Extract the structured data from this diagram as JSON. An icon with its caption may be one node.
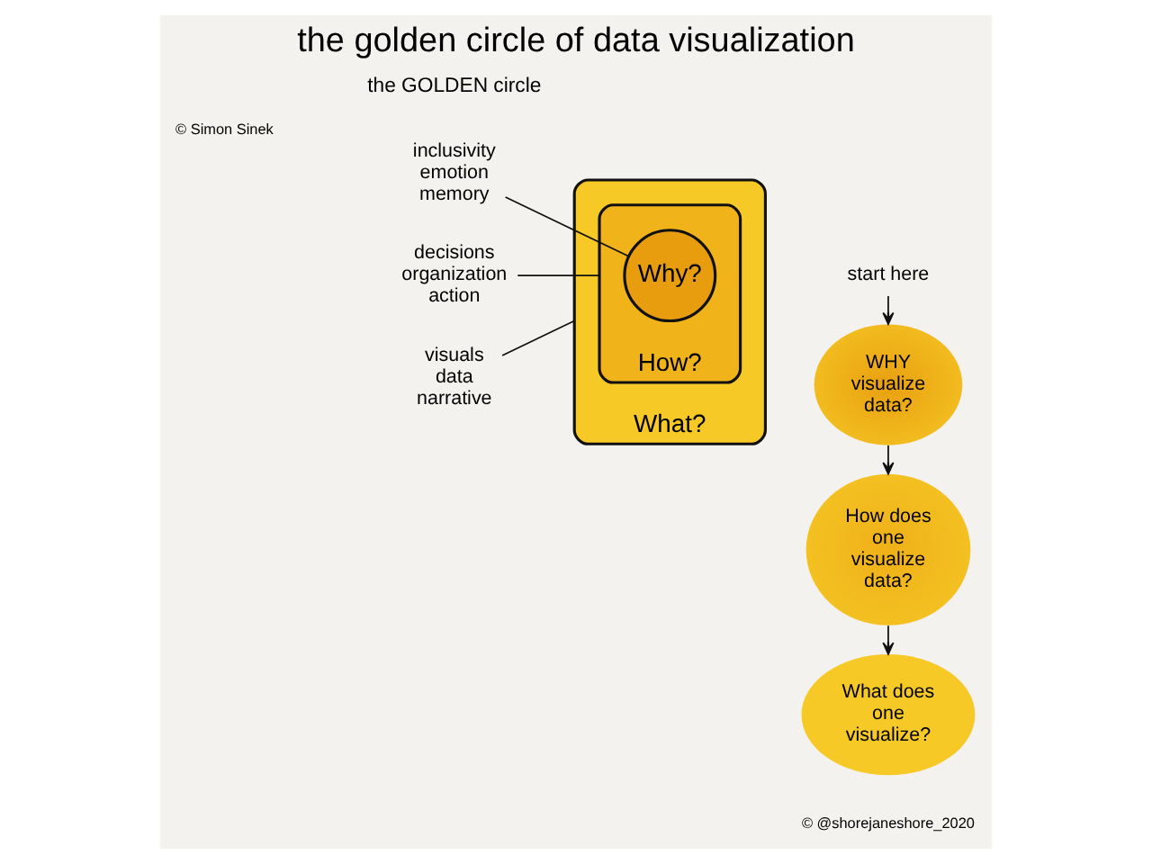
{
  "diagram": {
    "title": "the golden circle of data visualization",
    "nodes": [
      {
        "text": [
          "What?"
        ]
      },
      {
        "text": [
          "How?"
        ],
        "in": 0
      },
      {
        "text": [
          "Why?"
        ],
        "in": 1
      },
      {
        "text": [
          "inclusivity emotion memory"
        ]
      },
      {
        "text": [
          "decisions organization action"
        ]
      },
      {
        "text": [
          "visuals data narrative"
        ]
      },
      {
        "text": [
          "start here"
        ]
      },
      {
        "text": [
          "WHY visualize data?"
        ]
      },
      {
        "text": [
          "How does one visualize data?"
        ]
      },
      {
        "text": [
          "What does one visualize?"
        ]
      }
    ],
    "edges": [
      {
        "from": 3,
        "to": 2,
        "arrow": "none"
      },
      {
        "from": 4,
        "to": 1,
        "arrow": "none"
      },
      {
        "from": 5,
        "to": 0,
        "arrow": "none"
      },
      {
        "from": 6,
        "to": 7,
        "arrow": "to"
      },
      {
        "from": 7,
        "to": 8,
        "arrow": "to"
      },
      {
        "from": 8,
        "to": 9,
        "arrow": "to"
      }
    ],
    "labels": [
      "© Simon Sinek",
      "the GOLDEN circle",
      "© @shorejaneshore_2020"
    ]
  }
}
